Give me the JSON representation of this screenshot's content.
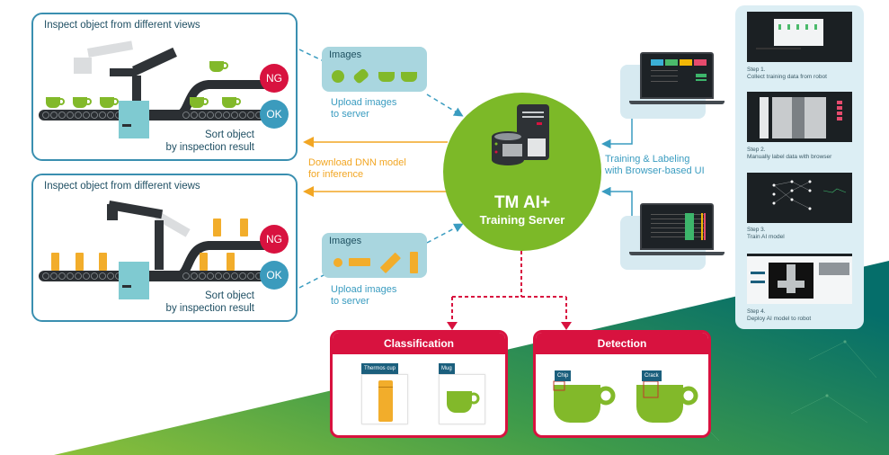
{
  "scenarios": [
    {
      "title": "Inspect object from different views",
      "ng_label": "NG",
      "ok_label": "OK",
      "sort_line1": "Sort object",
      "sort_line2": "by inspection result",
      "object_type": "green-mug"
    },
    {
      "title": "Inspect object from different views",
      "ng_label": "NG",
      "ok_label": "OK",
      "sort_line1": "Sort object",
      "sort_line2": "by inspection result",
      "object_type": "orange-thermos"
    }
  ],
  "image_boxes": [
    {
      "label": "Images",
      "upload_line1": "Upload images",
      "upload_line2": "to server"
    },
    {
      "label": "Images",
      "upload_line1": "Upload images",
      "upload_line2": "to server"
    }
  ],
  "download": {
    "line1": "Download DNN model",
    "line2": "for inference"
  },
  "server": {
    "title": "TM AI+",
    "subtitle": "Training Server",
    "icon": "server-database-icon"
  },
  "training": {
    "line1": "Training & Labeling",
    "line2": "with Browser-based UI"
  },
  "steps": [
    {
      "number": "Step 1.",
      "text": "Collect training data from robot"
    },
    {
      "number": "Step 2.",
      "text": "Manually label data with browser"
    },
    {
      "number": "Step 3.",
      "text": "Train AI model"
    },
    {
      "number": "Step 4.",
      "text": "Deploy AI model to robot"
    }
  ],
  "results": {
    "classification": {
      "title": "Classification",
      "items": [
        {
          "tag": "Thermos cup"
        },
        {
          "tag": "Mug"
        }
      ]
    },
    "detection": {
      "title": "Detection",
      "items": [
        {
          "tag": "Chip"
        },
        {
          "tag": "Crack"
        }
      ]
    }
  },
  "colors": {
    "panel_border": "#3a8fb0",
    "ng": "#d8123f",
    "ok": "#3b9bbd",
    "server_green": "#7cb928",
    "download_orange": "#f2a623",
    "upload_blue": "#3a9cc0",
    "result_red": "#d8123f",
    "mug_green": "#82b92a",
    "thermos_orange": "#f2ad2b"
  }
}
